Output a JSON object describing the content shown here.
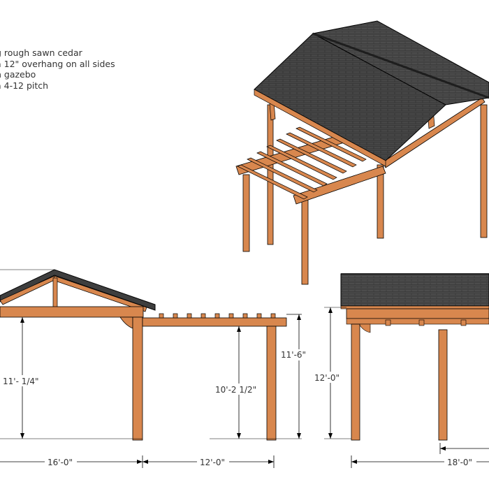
{
  "notes": [
    "g rough sawn cedar",
    "a 12\" overhang on all sides",
    "n gazebo",
    "a 4-12 pitch"
  ],
  "dimensions": {
    "left_post_height": "11'- 1/4\"",
    "pergola_post_height": "10'-2 1/2\"",
    "pergola_overall_height": "11'-6\"",
    "gazebo_width": "16'-0\"",
    "pergola_length": "12'-0\"",
    "end_view_height": "12'-0\"",
    "end_view_width": "18'-0\""
  },
  "colors": {
    "wood": "#d8874e",
    "wood_dark": "#b86a35",
    "roof": "#3e3e3e",
    "roof_light": "#5a5a5a",
    "line": "#000000"
  }
}
